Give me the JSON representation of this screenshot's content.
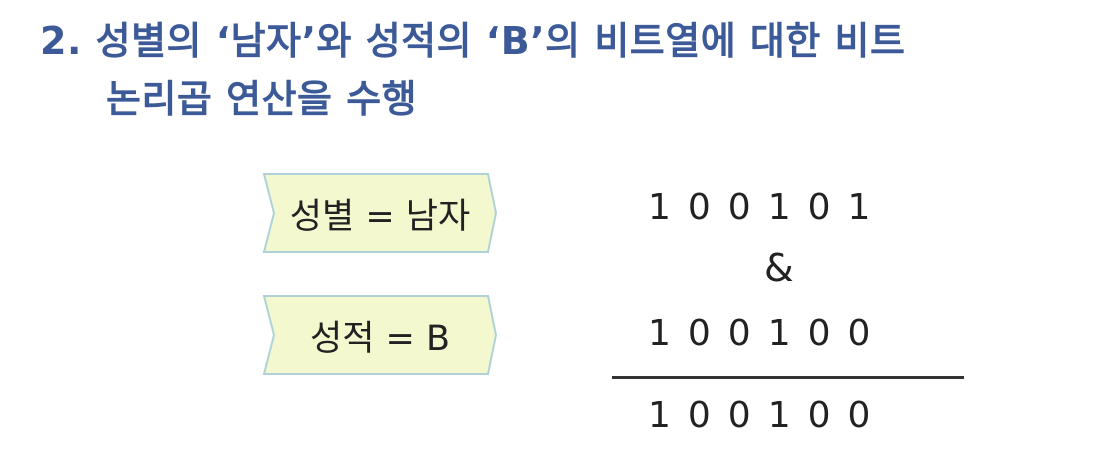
{
  "title": {
    "line1": "2. 성별의 ‘남자’와 성적의 ‘B’의 비트열에 대한 비트",
    "line2": "논리곱 연산을 수행"
  },
  "conditions": [
    {
      "label": "성별 = 남자",
      "bits": "100101"
    },
    {
      "label": "성적 = B",
      "bits": "100100"
    }
  ],
  "operation": {
    "operator": "&",
    "result_bits": "100100"
  },
  "colors": {
    "title": "#3d5a98",
    "tag_fill": "#f4f8cf",
    "tag_border": "#aed2d8"
  }
}
